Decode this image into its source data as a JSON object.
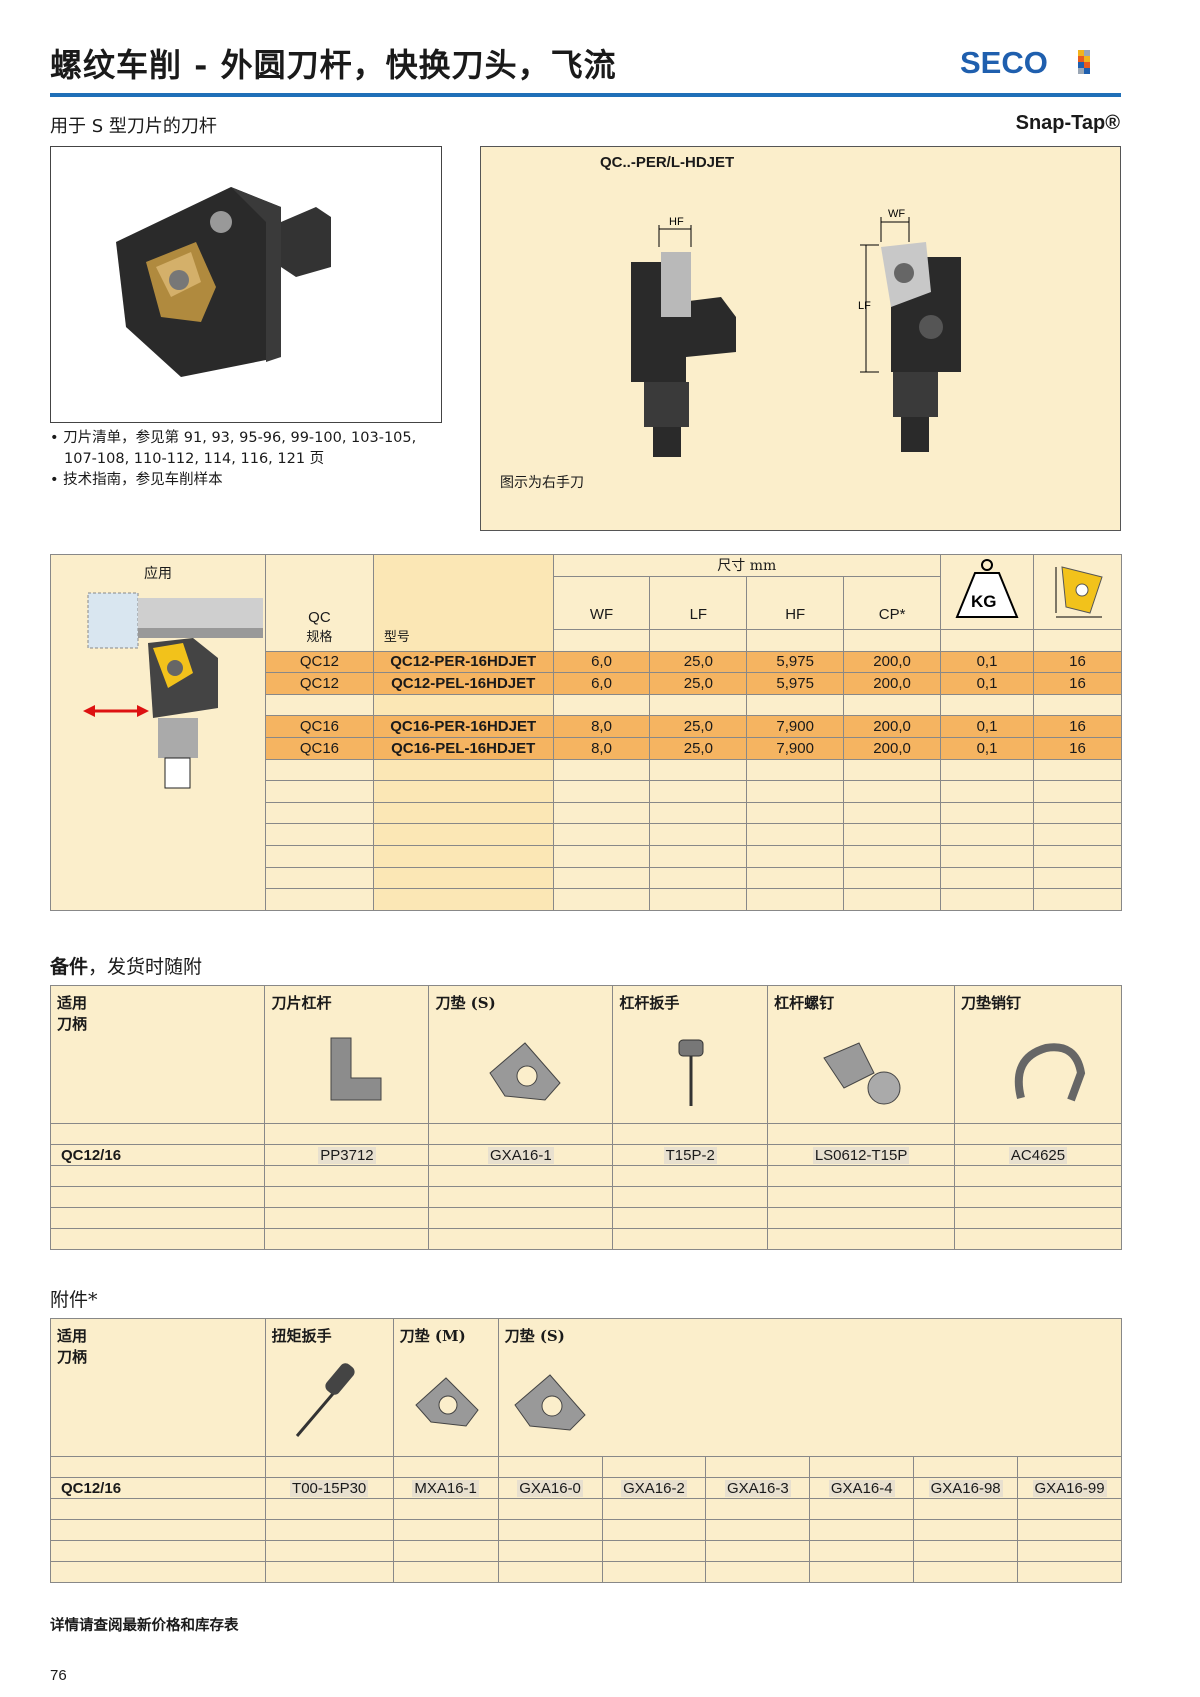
{
  "header": {
    "title": "螺纹车削 - 外圆刀杆，快换刀头，飞流",
    "brand": "SECO",
    "subtitle": "用于 S 型刀片的刀杆",
    "product_line": "Snap-Tap®"
  },
  "notes": [
    "刀片清单，参见第 91, 93, 95-96, 99-100, 103-105, 107-108, 110-112, 114, 116, 121 页",
    "技术指南，参见车削样本"
  ],
  "diagram": {
    "title": "QC..-PER/L-HDJET",
    "labels": {
      "hf": "HF",
      "wf": "WF",
      "lf": "LF"
    },
    "caption": "图示为右手刀"
  },
  "main_table": {
    "application_label": "应用",
    "qc_label_1": "QC",
    "qc_label_2": "规格",
    "model_label": "型号",
    "dims_label": "尺寸 mm",
    "columns": [
      "WF",
      "LF",
      "HF",
      "CP*"
    ],
    "kg_label": "KG",
    "rows": [
      {
        "qc": "QC12",
        "model": "QC12-PER-16HDJET",
        "wf": "6,0",
        "lf": "25,0",
        "hf": "5,975",
        "cp": "200,0",
        "kg": "0,1",
        "insert": "16"
      },
      {
        "qc": "QC12",
        "model": "QC12-PEL-16HDJET",
        "wf": "6,0",
        "lf": "25,0",
        "hf": "5,975",
        "cp": "200,0",
        "kg": "0,1",
        "insert": "16"
      },
      {
        "qc": "QC16",
        "model": "QC16-PER-16HDJET",
        "wf": "8,0",
        "lf": "25,0",
        "hf": "7,900",
        "cp": "200,0",
        "kg": "0,1",
        "insert": "16"
      },
      {
        "qc": "QC16",
        "model": "QC16-PEL-16HDJET",
        "wf": "8,0",
        "lf": "25,0",
        "hf": "7,900",
        "cp": "200,0",
        "kg": "0,1",
        "insert": "16"
      }
    ]
  },
  "spare_parts": {
    "title_bold": "备件",
    "title_rest": "，发货时随附",
    "holder_label_1": "适用",
    "holder_label_2": "刀柄",
    "columns": [
      "刀片杠杆",
      "刀垫 (S)",
      "杠杆扳手",
      "杠杆螺钉",
      "刀垫销钉"
    ],
    "holder": "QC12/16",
    "values": [
      "PP3712",
      "GXA16-1",
      "T15P-2",
      "LS0612-T15P",
      "AC4625"
    ]
  },
  "accessories": {
    "title": "附件*",
    "holder_label_1": "适用",
    "holder_label_2": "刀柄",
    "columns": [
      "扭矩扳手",
      "刀垫 (M)",
      "刀垫 (S)"
    ],
    "holder": "QC12/16",
    "values": [
      "T00-15P30",
      "MXA16-1",
      "GXA16-0",
      "GXA16-2",
      "GXA16-3",
      "GXA16-4",
      "GXA16-98",
      "GXA16-99"
    ]
  },
  "footer": "详情请查阅最新价格和库存表",
  "page_number": "76",
  "colors": {
    "accent_blue": "#1f6fb8",
    "cream": "#fbeecb",
    "highlight_orange": "#f5b461"
  }
}
